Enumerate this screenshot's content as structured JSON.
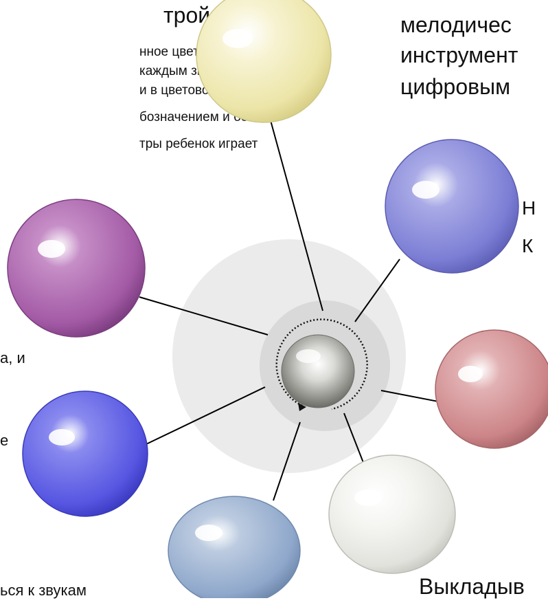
{
  "heading_left": "трой на",
  "paragraph_left": [
    "нное цветовое",
    "каждым звуком.",
    "и в цветовом",
    "бозначением и без",
    "тры ребенок играет"
  ],
  "heading_right": [
    "мелодичес",
    "инструмент",
    "цифровым"
  ],
  "side_right_letters": [
    "Н",
    "К"
  ],
  "side_left_fragments": [
    "а, и",
    "е"
  ],
  "bottom_left_fragment": "ься к звукам",
  "bottom_right_heading": "Выкладыв",
  "colors": {
    "yellow": "#efe9b4",
    "purple": "#a35aa5",
    "lavender": "#7f80d6",
    "blue": "#5a59e4",
    "rose": "#cf8a8d",
    "steel_blue": "#92abcd",
    "white_ball": "#e6e6e2",
    "center_ball": "#8f8f8b",
    "ring_outer": "#ebebeb",
    "ring_inner": "#d9d9d9"
  },
  "icons": {
    "center": "silver-sphere-icon",
    "orbit": "dotted-rotation-arrow-icon"
  }
}
